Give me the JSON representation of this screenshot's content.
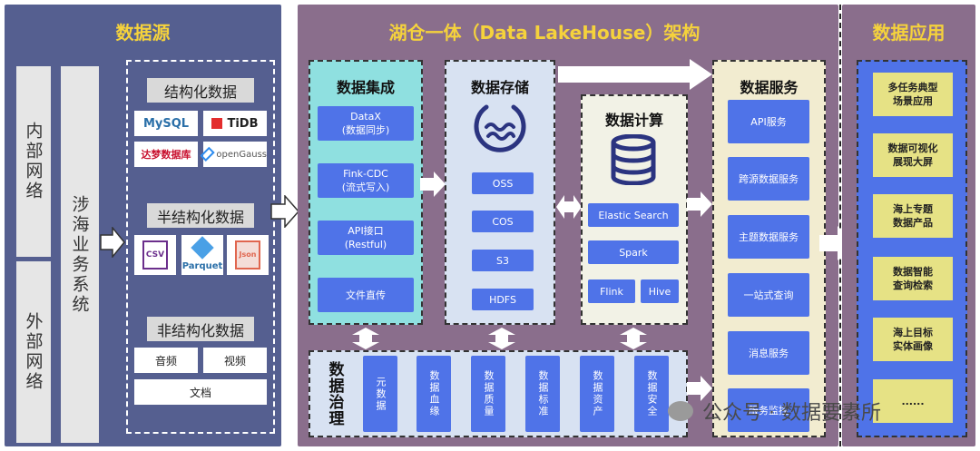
{
  "source": {
    "title": "数据源",
    "internal_network": "内部网络",
    "external_network": "外部网络",
    "business_systems": "涉海业务系统",
    "structured": {
      "label": "结构化数据",
      "logos": [
        "MySQL",
        "TiDB",
        "达梦数据库",
        "openGauss"
      ]
    },
    "semi_structured": {
      "label": "半结构化数据",
      "logos": [
        "CSV",
        "Parquet",
        "Json"
      ]
    },
    "unstructured": {
      "label": "非结构化数据",
      "items": [
        "音频",
        "视频",
        "文档"
      ]
    }
  },
  "lakehouse": {
    "title": "湖仓一体（Data LakeHouse）架构",
    "integration": {
      "title": "数据集成",
      "items": [
        "DataX\n(数据同步)",
        "Fink-CDC\n(流式写入)",
        "API接口\n(Restful)",
        "文件直传"
      ]
    },
    "storage": {
      "title": "数据存储",
      "items": [
        "OSS",
        "COS",
        "S3",
        "HDFS"
      ]
    },
    "compute": {
      "title": "数据计算",
      "items": [
        "Elastic Search",
        "Spark",
        "Flink",
        "Hive"
      ]
    },
    "governance": {
      "title": "数据治理",
      "items": [
        "元数据",
        "数据血缘",
        "数据质量",
        "数据标准",
        "数据资产",
        "数据安全"
      ]
    },
    "service": {
      "title": "数据服务",
      "items": [
        "API服务",
        "跨源数据服务",
        "主题数据服务",
        "一站式查询",
        "消息服务",
        "服务监控"
      ]
    }
  },
  "application": {
    "title": "数据应用",
    "items": [
      "多任务典型\n场景应用",
      "数据可视化\n展现大屏",
      "海上专题\n数据产品",
      "数据智能\n查询检索",
      "海上目标\n实体画像",
      "......"
    ]
  },
  "watermark": "公众号 · 数据要素所",
  "colors": {
    "gold": "#f5d23c",
    "blue": "#4f73e8",
    "yellow": "#e6e285",
    "source_bg": "#555f90",
    "lake_bg": "#8a6e8c"
  }
}
